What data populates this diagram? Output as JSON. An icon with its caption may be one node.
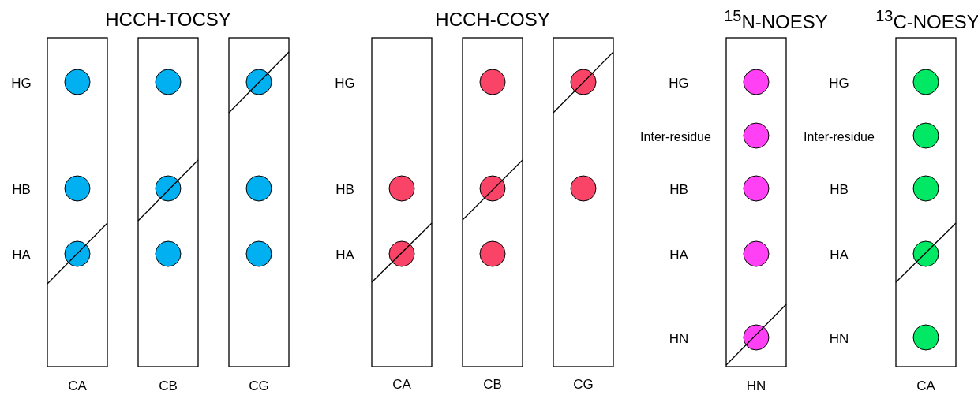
{
  "diagram": {
    "labels": [
      "HCCH-TOCSY",
      "HCCH-COSY",
      "$^{15}$N-NOESY",
      "$^{13}$C-NOESY",
      "HG",
      "HG",
      "HG",
      "HG",
      "Inter-residue",
      "Inter-residue",
      "HB",
      "HB",
      "HB",
      "HB",
      "HA",
      "HA",
      "HA",
      "HA",
      "HN",
      "HN",
      "CA",
      "CB",
      "CG",
      "CA",
      "CB",
      "CG",
      "HN",
      "CA"
    ]
  }
}
